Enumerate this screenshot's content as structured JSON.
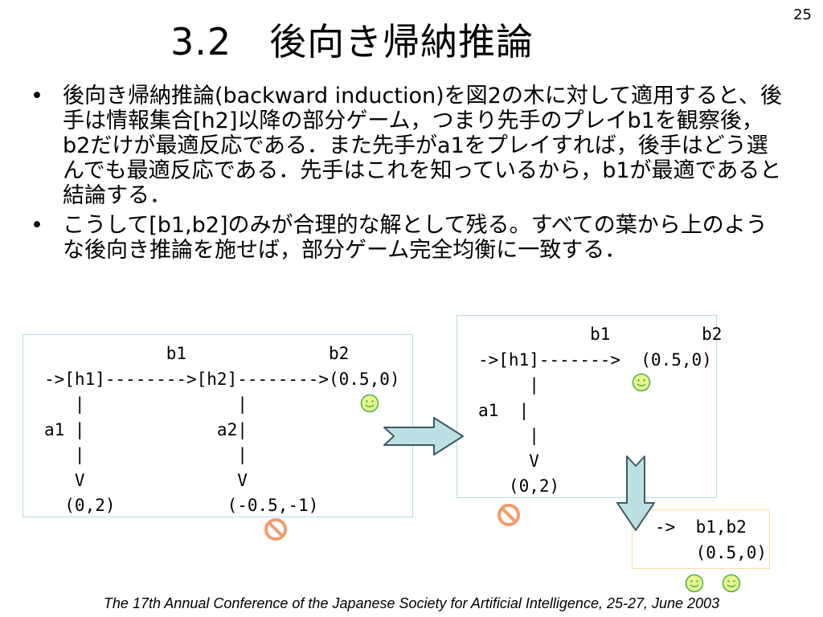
{
  "slide": {
    "number": "25",
    "title": "3.2　後向き帰納推論"
  },
  "bullets": [
    {
      "marker": "•",
      "text": "後向き帰納推論(backward induction)を図2の木に対して適用すると、後手は情報集合[h2]以降の部分ゲーム，つまり先手のプレイb1を観察後，b2だけが最適反応である．また先手がa1をプレイすれば，後手はどう選んでも最適反応である．先手はこれを知っているから，b1が最適であると結論する．"
    },
    {
      "marker": "•",
      "text": "こうして[b1,b2]のみが合理的な解として残る。すべての葉から上のような後向き推論を施せば，部分ゲーム完全均衡に一致する．"
    }
  ],
  "diagram": {
    "tree_full": "            b1              b2\n->[h1]-------->[h2]-------->(0.5,0)\n   |               |\na1 |             a2|\n   |               |\n   V               V\n  (0,2)           (-0.5,-1)",
    "tree_reduced": "           b1         b2\n->[h1]------->  (0.5,0)\n     |\na1  |\n     |\n     V\n   (0,2)",
    "result": "->  b1,b2\n    (0.5,0)"
  },
  "icons": {
    "smiley": "smiley-icon",
    "prohibited": "prohibited-icon",
    "arrow_right": "arrow-right-icon",
    "arrow_down": "arrow-down-icon"
  },
  "colors": {
    "smiley_fill": "#e6f58c",
    "smiley_stroke": "#4caf50",
    "prohibited": "#f59a6b",
    "arrow_fill": "#bde0e4",
    "arrow_stroke": "#3d5a66",
    "box_blue": "#b6dde4",
    "box_yellow": "#f5dca8"
  },
  "footer": {
    "text": "The 17th Annual Conference of the Japanese Society for Artificial Intelligence, 25-27, June 2003"
  }
}
